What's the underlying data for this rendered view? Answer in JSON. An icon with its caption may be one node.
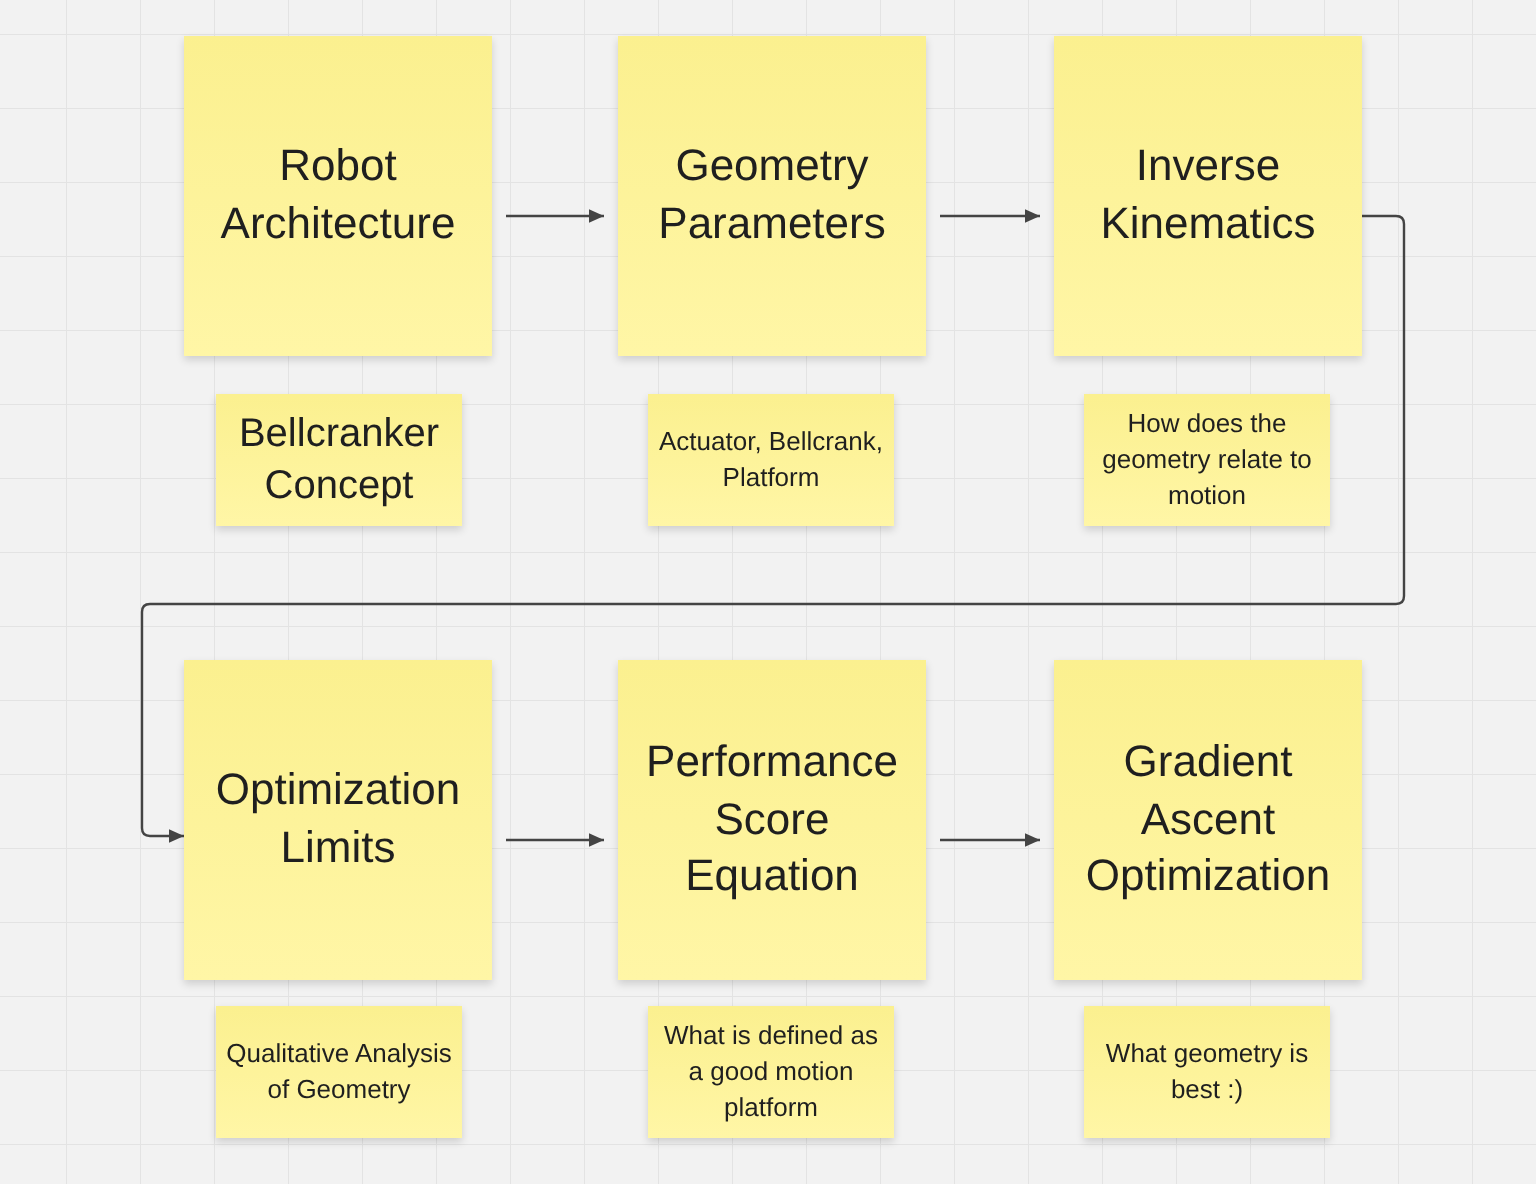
{
  "diagram": {
    "nodes": [
      {
        "text": [
          "Robot Architecture"
        ]
      },
      {
        "text": [
          "Geometry Parameters"
        ]
      },
      {
        "text": [
          "Inverse Kinematics"
        ]
      },
      {
        "text": [
          "Bellcranker Concept"
        ]
      },
      {
        "text": [
          "Actuator, Bellcrank, Platform"
        ]
      },
      {
        "text": [
          "How does the geometry relate to motion"
        ]
      },
      {
        "text": [
          "Optimization Limits"
        ]
      },
      {
        "text": [
          "Performance Score Equation"
        ]
      },
      {
        "text": [
          "Gradient Ascent Optimization"
        ]
      },
      {
        "text": [
          "Qualitative Analysis of Geometry"
        ]
      },
      {
        "text": [
          "What is defined as a good motion platform"
        ]
      },
      {
        "text": [
          "What geometry is best :)"
        ]
      }
    ],
    "edges": [
      {
        "from": 0,
        "to": 1,
        "arrow": "to"
      },
      {
        "from": 1,
        "to": 2,
        "arrow": "to"
      },
      {
        "from": 2,
        "to": 6,
        "arrow": "to"
      },
      {
        "from": 6,
        "to": 7,
        "arrow": "to"
      },
      {
        "from": 7,
        "to": 8,
        "arrow": "to"
      }
    ]
  }
}
